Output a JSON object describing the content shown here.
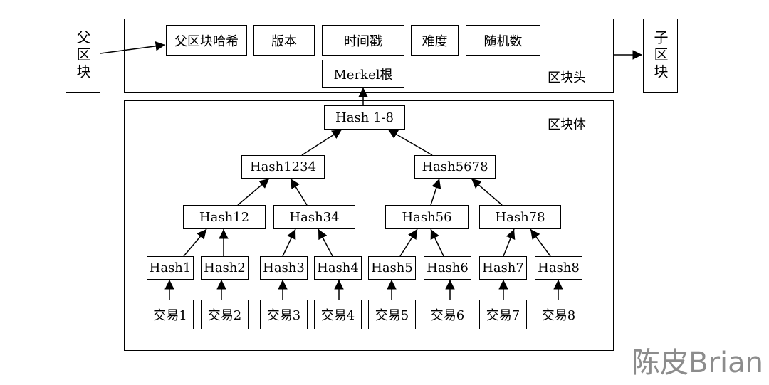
{
  "parent_block": "父区块",
  "child_block": "子区块",
  "block_header": {
    "label": "区块头",
    "fields": [
      "父区块哈希",
      "版本",
      "时间戳",
      "难度",
      "随机数"
    ],
    "merkel_root": "Merkel根"
  },
  "block_body": {
    "label": "区块体",
    "root": "Hash 1-8",
    "level2": [
      "Hash1234",
      "Hash5678"
    ],
    "level3": [
      "Hash12",
      "Hash34",
      "Hash56",
      "Hash78"
    ],
    "leaves": [
      "Hash1",
      "Hash2",
      "Hash3",
      "Hash4",
      "Hash5",
      "Hash6",
      "Hash7",
      "Hash8"
    ],
    "transactions": [
      "交易1",
      "交易2",
      "交易3",
      "交易4",
      "交易5",
      "交易6",
      "交易7",
      "交易8"
    ]
  },
  "watermark": "陈皮Brian"
}
